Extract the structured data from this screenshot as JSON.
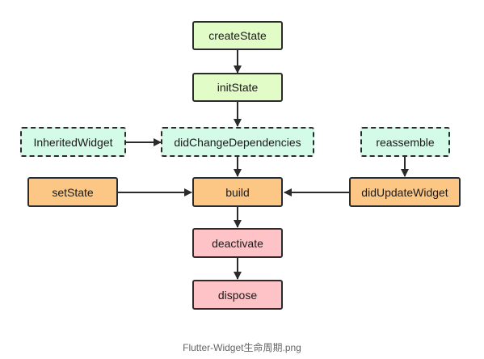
{
  "nodes": {
    "create_state": "createState",
    "init_state": "initState",
    "inherited_widget": "InheritedWidget",
    "did_change_dependencies": "didChangeDependencies",
    "reassemble": "reassemble",
    "set_state": "setState",
    "build": "build",
    "did_update_widget": "didUpdateWidget",
    "deactivate": "deactivate",
    "dispose": "dispose"
  },
  "edges": [
    {
      "from": "createState",
      "to": "initState"
    },
    {
      "from": "initState",
      "to": "didChangeDependencies"
    },
    {
      "from": "InheritedWidget",
      "to": "didChangeDependencies"
    },
    {
      "from": "didChangeDependencies",
      "to": "build"
    },
    {
      "from": "setState",
      "to": "build"
    },
    {
      "from": "reassemble",
      "to": "didUpdateWidget"
    },
    {
      "from": "didUpdateWidget",
      "to": "build"
    },
    {
      "from": "build",
      "to": "deactivate"
    },
    {
      "from": "deactivate",
      "to": "dispose"
    }
  ],
  "colors": {
    "lifecycle": "#e2fcc7",
    "dependency": "#d3fbe8",
    "rebuild": "#fcc785",
    "teardown": "#fec3c7",
    "stroke": "#2b2b2b"
  },
  "caption": "Flutter-Widget生命周期.png"
}
